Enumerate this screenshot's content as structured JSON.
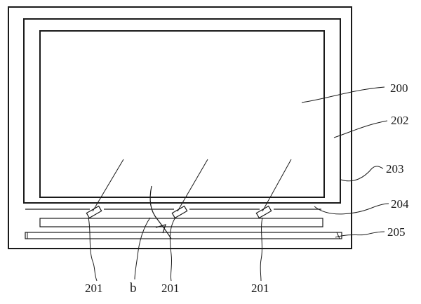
{
  "labels": {
    "display_area": "200",
    "inner_frame": "202",
    "outer_frame": "203",
    "light_bar": "204",
    "base_strip": "205",
    "sensor": "201",
    "path": "b"
  }
}
